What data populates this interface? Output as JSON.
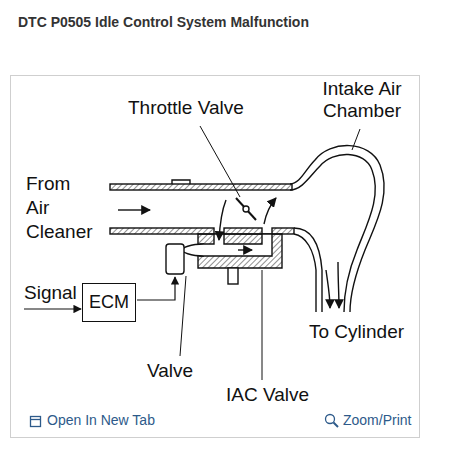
{
  "diagram": {
    "title": "DTC P0505 Idle Control System Malfunction",
    "nodes": [
      {
        "text": [
          "ECM"
        ]
      }
    ],
    "labels": [
      "Throttle Valve",
      "Intake Air Chamber",
      "From Air Cleaner",
      "Signal",
      "Valve",
      "IAC Valve",
      "To Cylinder",
      "Open In New Tab",
      "Zoom/Print"
    ]
  }
}
